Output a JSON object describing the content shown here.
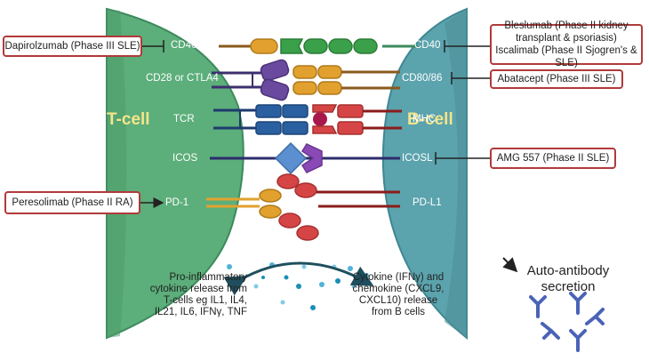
{
  "t_cell": {
    "title": "T-cell",
    "receptors": [
      "CD40L",
      "CD28 or CTLA4",
      "TCR",
      "ICOS",
      "PD-1"
    ]
  },
  "b_cell": {
    "title": "B-cell",
    "ligands": [
      "CD40",
      "CD80/86",
      "MHC",
      "ICOSL",
      "PD-L1"
    ]
  },
  "drugs": {
    "dapirolizumab": "Dapirolzumab (Phase III SLE)",
    "peresolimab": "Peresolimab (Phase II RA)",
    "bleselumab": "Bleslumab (Phase II kidney transplant & psoriasis) Iscalimab (Phase II Sjogren's & SLE)",
    "abatacept": "Abatacept (Phase III SLE)",
    "amg557": "AMG 557 (Phase II SLE)"
  },
  "captions": {
    "pro_inflammatory": "Pro-inflammatory cytokine release from T-cells eg IL1, IL4, IL21, IL6, IFNγ, TNF",
    "cytokine_chemokine": "Cytokine (IFNγ) and chemokine (CXCL9, CXCL10) release from B cells",
    "autoantibody": "Auto-antibody secretion"
  },
  "colors": {
    "t_cell_fill": "#5cae7a",
    "b_cell_fill": "#5ba3ad",
    "drug_border": "#b13a3a",
    "title_text": "#f4e58a"
  }
}
